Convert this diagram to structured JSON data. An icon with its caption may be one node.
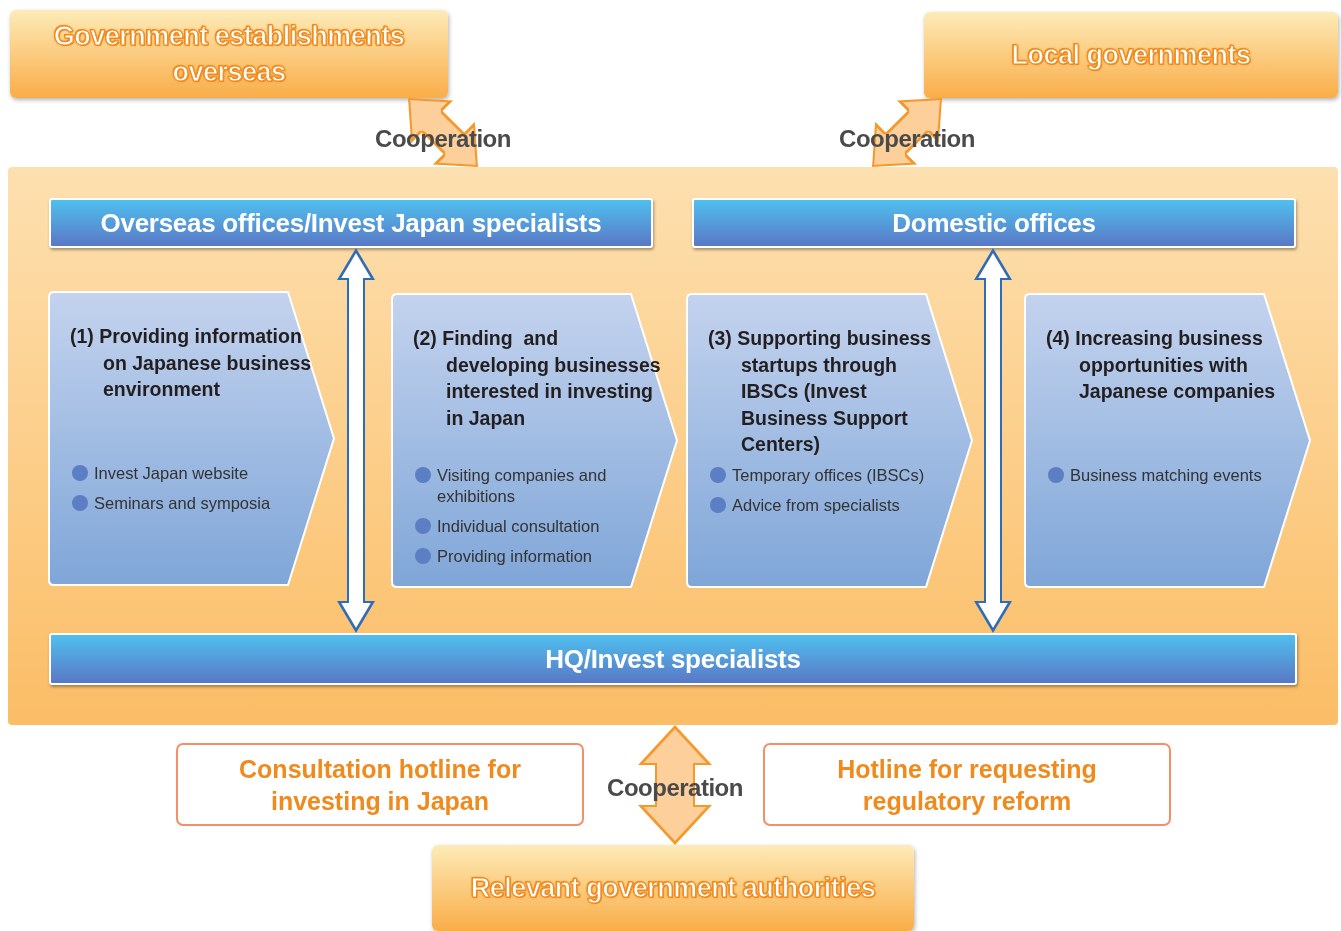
{
  "diagram": {
    "nodes": [
      {
        "text": [
          "Government establishments overseas"
        ]
      },
      {
        "text": [
          "Local governments"
        ]
      },
      {
        "text": [],
        "shape": "box"
      },
      {
        "text": [
          "Overseas offices/Invest Japan specialists"
        ],
        "in": 2
      },
      {
        "text": [
          "Domestic offices"
        ],
        "in": 2
      },
      {
        "text": [
          "(1) Providing information on Japanese business environment",
          "Invest Japan website",
          "Seminars and symposia"
        ],
        "in": 2
      },
      {
        "text": [
          "(2) Finding  and developing businesses interested in investing in Japan",
          "Visiting companies and exhibitions",
          "Individual consultation",
          "Providing information"
        ],
        "in": 2
      },
      {
        "text": [
          "(3) Supporting business startups through IBSCs (Invest Business Support Centers)",
          "Temporary offices (IBSCs)",
          "Advice from specialists"
        ],
        "in": 2
      },
      {
        "text": [
          "(4) Increasing business opportunities with Japanese companies",
          "Business matching events"
        ],
        "in": 2
      },
      {
        "text": [
          "HQ/Invest specialists"
        ],
        "in": 2
      },
      {
        "text": [
          "Consultation hotline for investing in Japan"
        ]
      },
      {
        "text": [
          "Hotline for requesting regulatory reform"
        ]
      },
      {
        "text": [
          "Relevant government authorities"
        ]
      }
    ],
    "edges": [
      {
        "from": 0,
        "to": 2,
        "arrow": "both",
        "label": "Cooperation"
      },
      {
        "from": 1,
        "to": 2,
        "arrow": "both",
        "label": "Cooperation"
      },
      {
        "from": 3,
        "to": 9,
        "arrow": "both",
        "color": "#2f6db5"
      },
      {
        "from": 4,
        "to": 9,
        "arrow": "both",
        "color": "#2f6db5"
      },
      {
        "from": 2,
        "to": 12,
        "arrow": "both",
        "label": "Cooperation"
      }
    ]
  }
}
